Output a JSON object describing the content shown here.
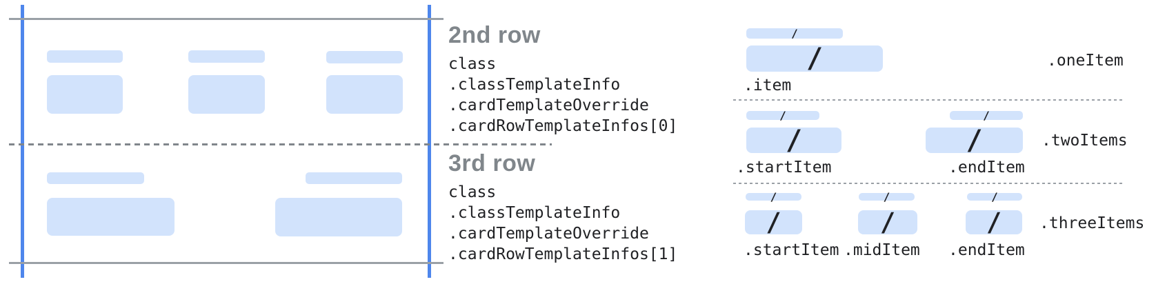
{
  "annotations": {
    "row2": {
      "heading": "2nd row",
      "lines": [
        "class",
        ".classTemplateInfo",
        ".cardTemplateOverride",
        ".cardRowTemplateInfos[0]"
      ]
    },
    "row3": {
      "heading": "3rd row",
      "lines": [
        "class",
        ".classTemplateInfo",
        ".cardTemplateOverride",
        ".cardRowTemplateInfos[1]"
      ]
    }
  },
  "item_templates": {
    "one_item": {
      "template_name": ".oneItem",
      "item_labels": [
        ".item"
      ]
    },
    "two_items": {
      "template_name": ".twoItems",
      "item_labels": [
        ".startItem",
        ".endItem"
      ]
    },
    "three_items": {
      "template_name": ".threeItems",
      "item_labels": [
        ".startItem",
        ".midItem",
        ".endItem"
      ]
    }
  },
  "glyphs": {
    "slash": "/"
  },
  "colors": {
    "placeholder_blue": "#d2e3fc",
    "edge_blue": "#4e86ec",
    "rule_gray": "#9aa0a6",
    "dash_gray": "#80868b",
    "heading_gray": "#80868b",
    "code_text": "#202124"
  }
}
